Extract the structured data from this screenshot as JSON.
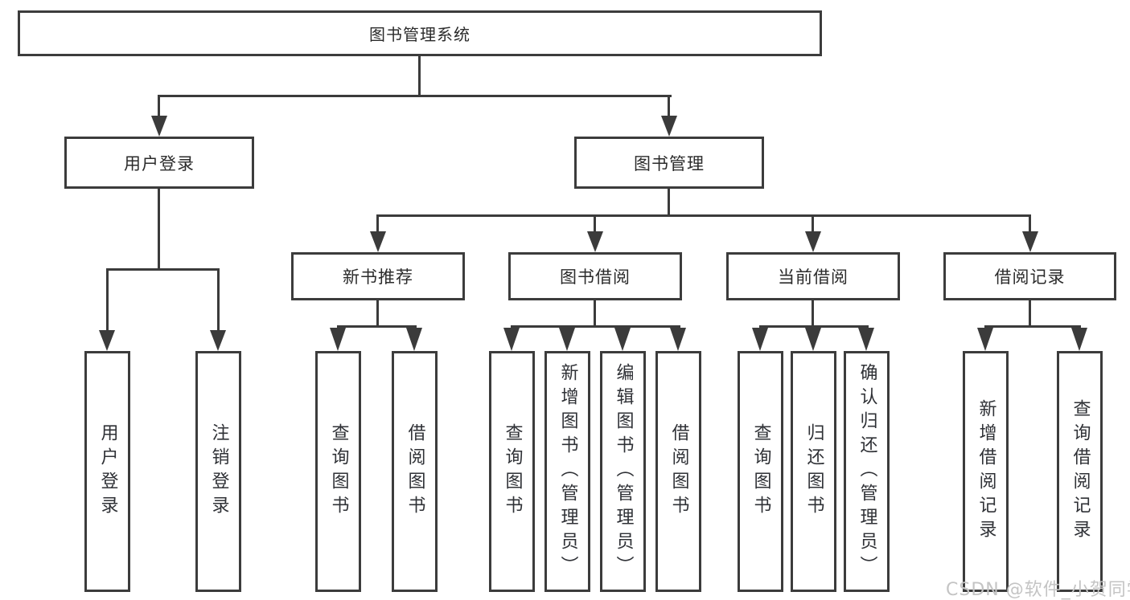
{
  "diagram": {
    "watermark": "CSDN @软件_小贺同学",
    "colors": {
      "line": "#3b3b3b",
      "box_border": "#3c3c3c",
      "text": "#2f3136",
      "watermark_text": "#c4c4c4",
      "background": "#ffffff"
    },
    "root": {
      "label": "图书管理系统"
    },
    "branches": [
      {
        "label": "用户登录",
        "children": [
          {
            "label": "用户登录"
          },
          {
            "label": "注销登录"
          }
        ]
      },
      {
        "label": "图书管理",
        "children": [
          {
            "label": "新书推荐",
            "children": [
              {
                "label": "查询图书"
              },
              {
                "label": "借阅图书"
              }
            ]
          },
          {
            "label": "图书借阅",
            "children": [
              {
                "label": "查询图书"
              },
              {
                "label": "新增图书（管理员）"
              },
              {
                "label": "编辑图书（管理员）"
              },
              {
                "label": "借阅图书"
              }
            ]
          },
          {
            "label": "当前借阅",
            "children": [
              {
                "label": "查询图书"
              },
              {
                "label": "归还图书"
              },
              {
                "label": "确认归还（管理员）"
              }
            ]
          },
          {
            "label": "借阅记录",
            "children": [
              {
                "label": "新增借阅记录"
              },
              {
                "label": "查询借阅记录"
              }
            ]
          }
        ]
      }
    ]
  }
}
